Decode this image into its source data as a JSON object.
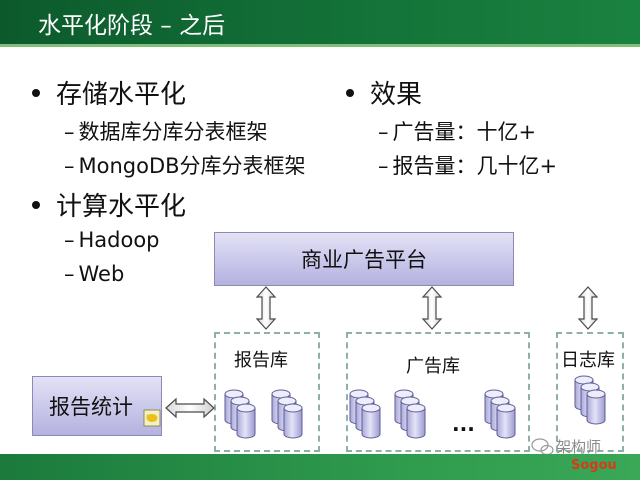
{
  "slide": {
    "title": "水平化阶段 – 之后",
    "colors": {
      "header": "#137238",
      "box_fill": "#c9c7ea",
      "dashed_border": "#8fb0a8",
      "footer": "#2e9a4d"
    },
    "left_bullets": [
      {
        "label": "存储水平化",
        "subs": [
          "数据库分库分表框架",
          "MongoDB分库分表框架"
        ]
      },
      {
        "label": "计算水平化",
        "subs": [
          "Hadoop",
          "Web"
        ]
      }
    ],
    "right_bullets": [
      {
        "label": "效果",
        "subs": [
          "广告量：十亿+",
          "报告量：几十亿+"
        ]
      }
    ]
  },
  "diagram": {
    "platform": "商业广告平台",
    "stats": "报告统计",
    "stores": [
      {
        "label": "报告库",
        "icon": "database-cluster-icon"
      },
      {
        "label": "广告库",
        "icon": "database-cluster-icon",
        "ellipsis": "..."
      },
      {
        "label": "日志库",
        "icon": "database-cluster-icon"
      }
    ]
  },
  "watermark": {
    "icon": "wechat-icon",
    "text": "架构师",
    "brand": "Sogou"
  }
}
